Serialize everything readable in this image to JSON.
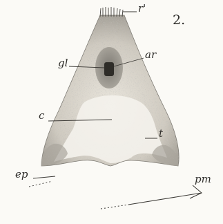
{
  "figure_number": "2.",
  "labels": {
    "r": "r'",
    "gl": "gl",
    "ar": "ar",
    "c": "c",
    "t": "t",
    "ep": "ep",
    "pm": "pm"
  }
}
